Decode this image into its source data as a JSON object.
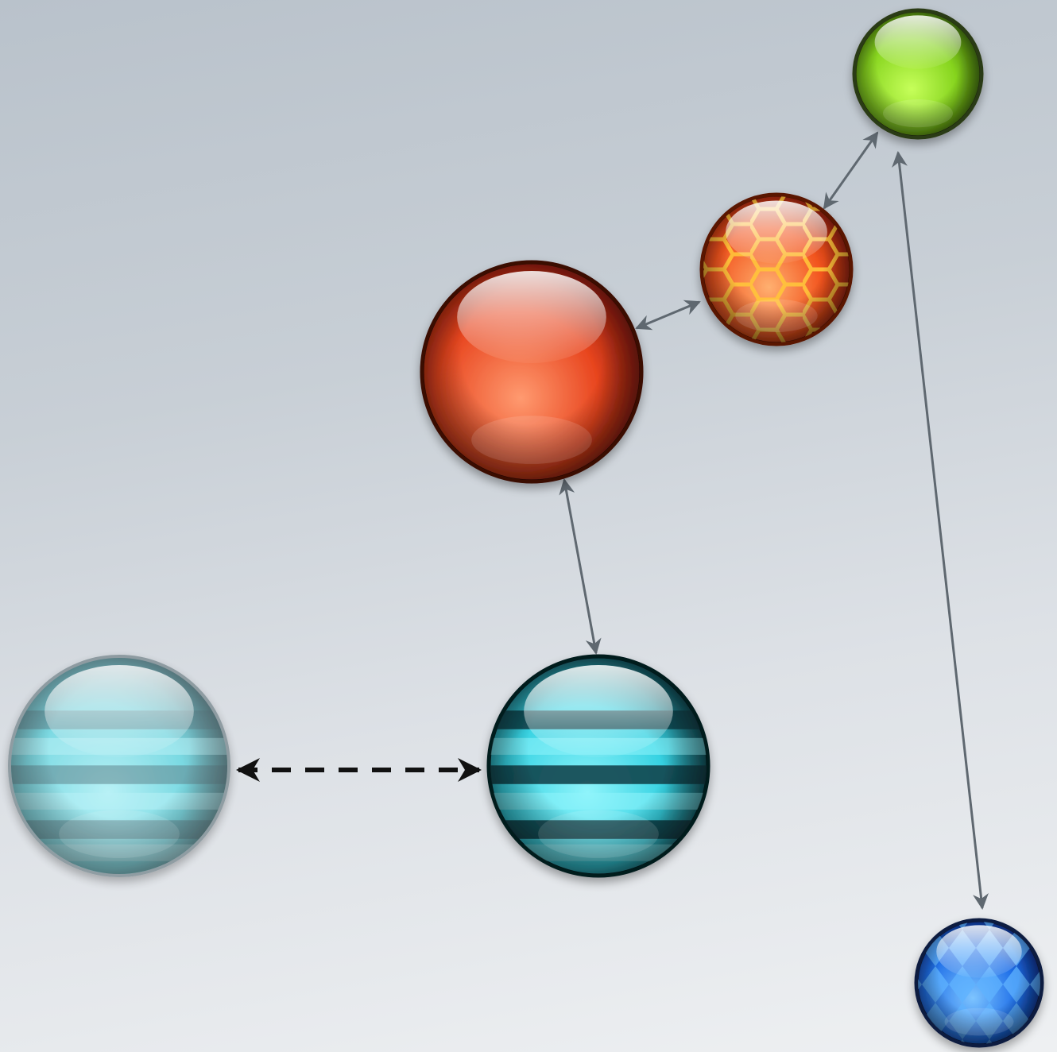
{
  "diagram": {
    "nodes": [
      {
        "id": "green",
        "name": "green-sphere",
        "style": "glossy-plain",
        "colors": {
          "light": "#c6ff5a",
          "mid": "#86d41e",
          "dark": "#3e6c08",
          "rim": "#2c3a12"
        }
      },
      {
        "id": "hex",
        "name": "hex-pattern-sphere",
        "style": "hexagon-pattern",
        "colors": {
          "light": "#ffb070",
          "mid": "#f2541e",
          "dark": "#8d1c08",
          "rim": "#5a1406",
          "pattern": "#ffc43a"
        }
      },
      {
        "id": "red",
        "name": "red-sphere",
        "style": "glossy-plain",
        "colors": {
          "light": "#ff9a70",
          "mid": "#e8451e",
          "dark": "#7a140a",
          "rim": "#3a0806"
        }
      },
      {
        "id": "cyan_faded",
        "name": "cyan-striped-sphere-faded",
        "style": "striped-faded",
        "colors": {
          "light": "#aef6fb",
          "mid": "#5fd8e2",
          "dark": "#3e6e76",
          "rim": "#7a8a90"
        }
      },
      {
        "id": "cyan",
        "name": "cyan-striped-sphere",
        "style": "striped",
        "colors": {
          "light": "#8ff4fb",
          "mid": "#36d2e2",
          "dark": "#0e3c44",
          "rim": "#061a1e"
        }
      },
      {
        "id": "blue",
        "name": "blue-diamond-sphere",
        "style": "diamond-pattern",
        "colors": {
          "light": "#7dc4ff",
          "mid": "#1f6fe8",
          "dark": "#0a2e8a",
          "rim": "#0a1a40",
          "pattern": "#5fb3ff"
        }
      }
    ],
    "edges": [
      {
        "name": "arrow-green-hex",
        "from": "green",
        "to": "hex",
        "style": "solid",
        "direction": "both"
      },
      {
        "name": "arrow-hex-red",
        "from": "hex",
        "to": "red",
        "style": "solid",
        "direction": "both"
      },
      {
        "name": "arrow-red-cyan",
        "from": "red",
        "to": "cyan",
        "style": "solid",
        "direction": "both"
      },
      {
        "name": "arrow-green-blue",
        "from": "green",
        "to": "blue",
        "style": "solid",
        "direction": "both"
      },
      {
        "name": "arrow-cyan-faded-cyan",
        "from": "cyan_faded",
        "to": "cyan",
        "style": "dashed",
        "direction": "both"
      }
    ],
    "colors": {
      "solid_arrow": "#5f6870",
      "dashed_arrow": "#111111"
    }
  }
}
